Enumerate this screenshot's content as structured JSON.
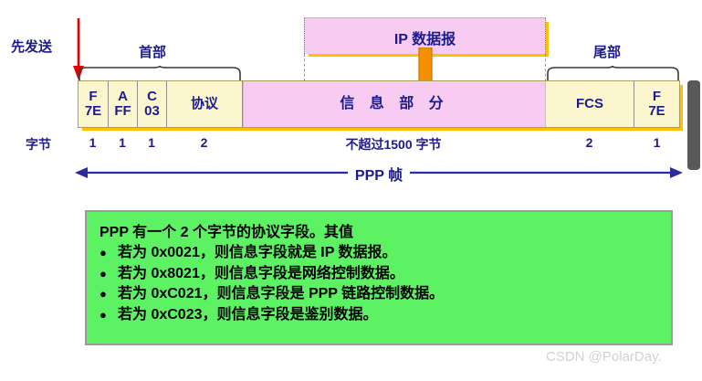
{
  "diagram": {
    "send_first_label": "先发送",
    "header_brace_label": "首部",
    "trailer_brace_label": "尾部",
    "ip_datagram_label": "IP 数据报",
    "bytes_row_label": "字节",
    "ppp_frame_label": "PPP 帧",
    "fields": [
      {
        "line1": "F",
        "line2": "7E",
        "bytes": "1"
      },
      {
        "line1": "A",
        "line2": "FF",
        "bytes": "1"
      },
      {
        "line1": "C",
        "line2": "03",
        "bytes": "1"
      },
      {
        "line1": "协议",
        "line2": "",
        "bytes": "2"
      },
      {
        "line1": "信 息 部 分",
        "line2": "",
        "bytes": "不超过1500 字节"
      },
      {
        "line1": "FCS",
        "line2": "",
        "bytes": "2"
      },
      {
        "line1": "F",
        "line2": "7E",
        "bytes": "1"
      }
    ]
  },
  "note": {
    "title": "PPP 有一个 2 个字节的协议字段。其值",
    "bullet": "●",
    "items": [
      "若为 0x0021，则信息字段就是 IP 数据报。",
      "若为 0x8021，则信息字段是网络控制数据。",
      "若为 0xC021，则信息字段是 PPP 链路控制数据。",
      "若为 0xC023，则信息字段是鉴别数据。"
    ]
  },
  "watermark": "CSDN @PolarDay.",
  "colors": {
    "text_blue": "#1b1b8f",
    "field_yellow": "#fbf6cd",
    "info_pink": "#f8ccf2",
    "shadow_orange": "#ffc000",
    "note_green": "#5cf263",
    "arrow_orange": "#f59100",
    "arrow_red": "#e60000"
  }
}
